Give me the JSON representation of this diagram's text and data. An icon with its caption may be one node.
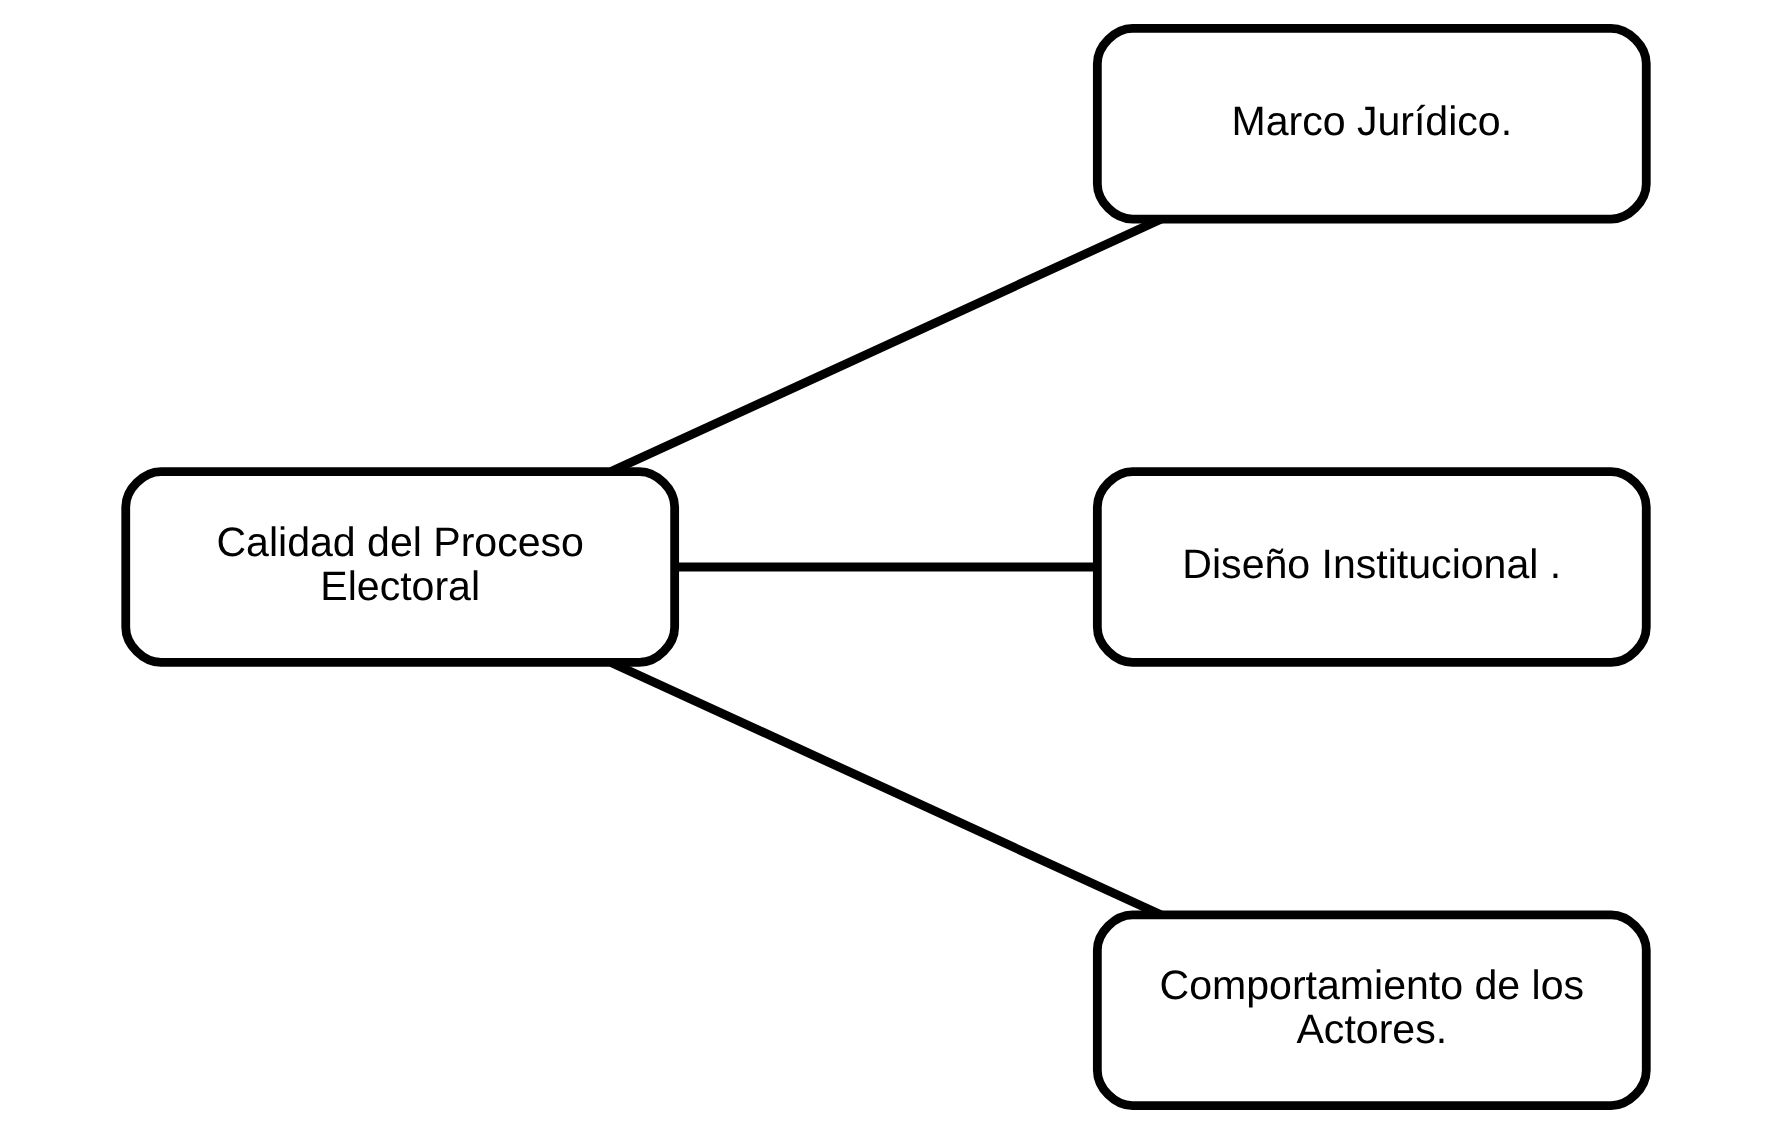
{
  "diagram": {
    "nodes": [
      {
        "text": [
          "Calidad del Proceso Electoral"
        ]
      },
      {
        "text": [
          "Marco Jurídico."
        ]
      },
      {
        "text": [
          "Diseño Institucional ."
        ]
      },
      {
        "text": [
          "Comportamiento de los Actores."
        ]
      }
    ],
    "edges": [
      {
        "from": 0,
        "to": 1,
        "arrow": "none"
      },
      {
        "from": 0,
        "to": 2,
        "arrow": "none"
      },
      {
        "from": 0,
        "to": 3,
        "arrow": "none"
      }
    ]
  }
}
